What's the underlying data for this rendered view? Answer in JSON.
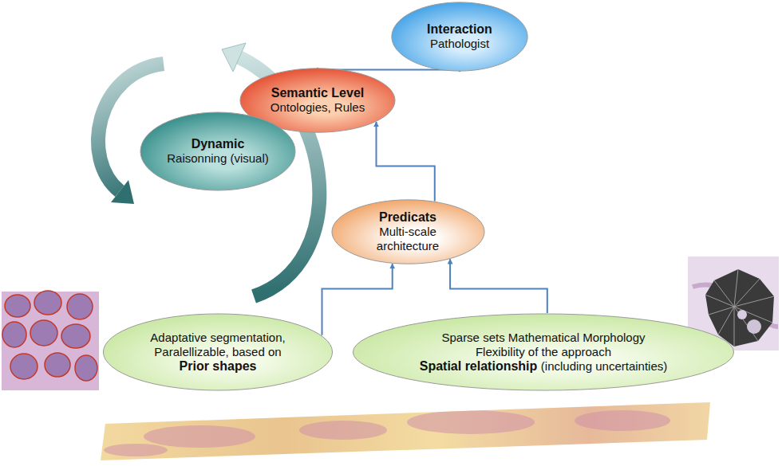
{
  "diagram": {
    "nodes": [
      {
        "text": [
          "Semantic Level",
          "Ontologies, Rules"
        ]
      },
      {
        "text": [
          "Interaction",
          "Pathologist"
        ]
      },
      {
        "text": [
          "Dynamic",
          "Raisonning (visual)"
        ]
      },
      {
        "text": [
          "Predicats",
          "Multi-scale architecture"
        ]
      },
      {
        "text": [
          "Adaptative segmentation, Paralellizable, based on",
          "Prior shapes"
        ]
      },
      {
        "text": [
          "Sparse sets Mathematical Morphology",
          "Flexibility of the approach",
          "Spatial relationship",
          "(including uncertainties)"
        ]
      }
    ],
    "edges": [
      {
        "from": 4,
        "to": 3,
        "arrow": "to"
      },
      {
        "from": 5,
        "to": 3,
        "arrow": "to"
      },
      {
        "from": 3,
        "to": 0,
        "arrow": "to"
      },
      {
        "from": 0,
        "to": 1,
        "arrow": "both"
      }
    ]
  }
}
